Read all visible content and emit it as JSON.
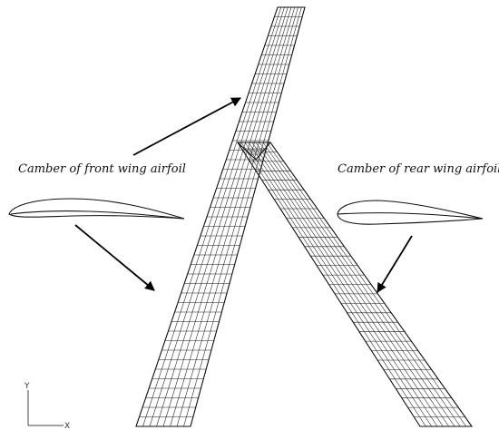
{
  "annotations": {
    "front_wing_label": "Camber of front wing airfoil",
    "rear_wing_label": "Camber of rear wing airfoil"
  },
  "axes_triad": {
    "y_label": "Y",
    "x_label": "X"
  },
  "colors": {
    "line": "#111111",
    "background": "#ffffff"
  }
}
